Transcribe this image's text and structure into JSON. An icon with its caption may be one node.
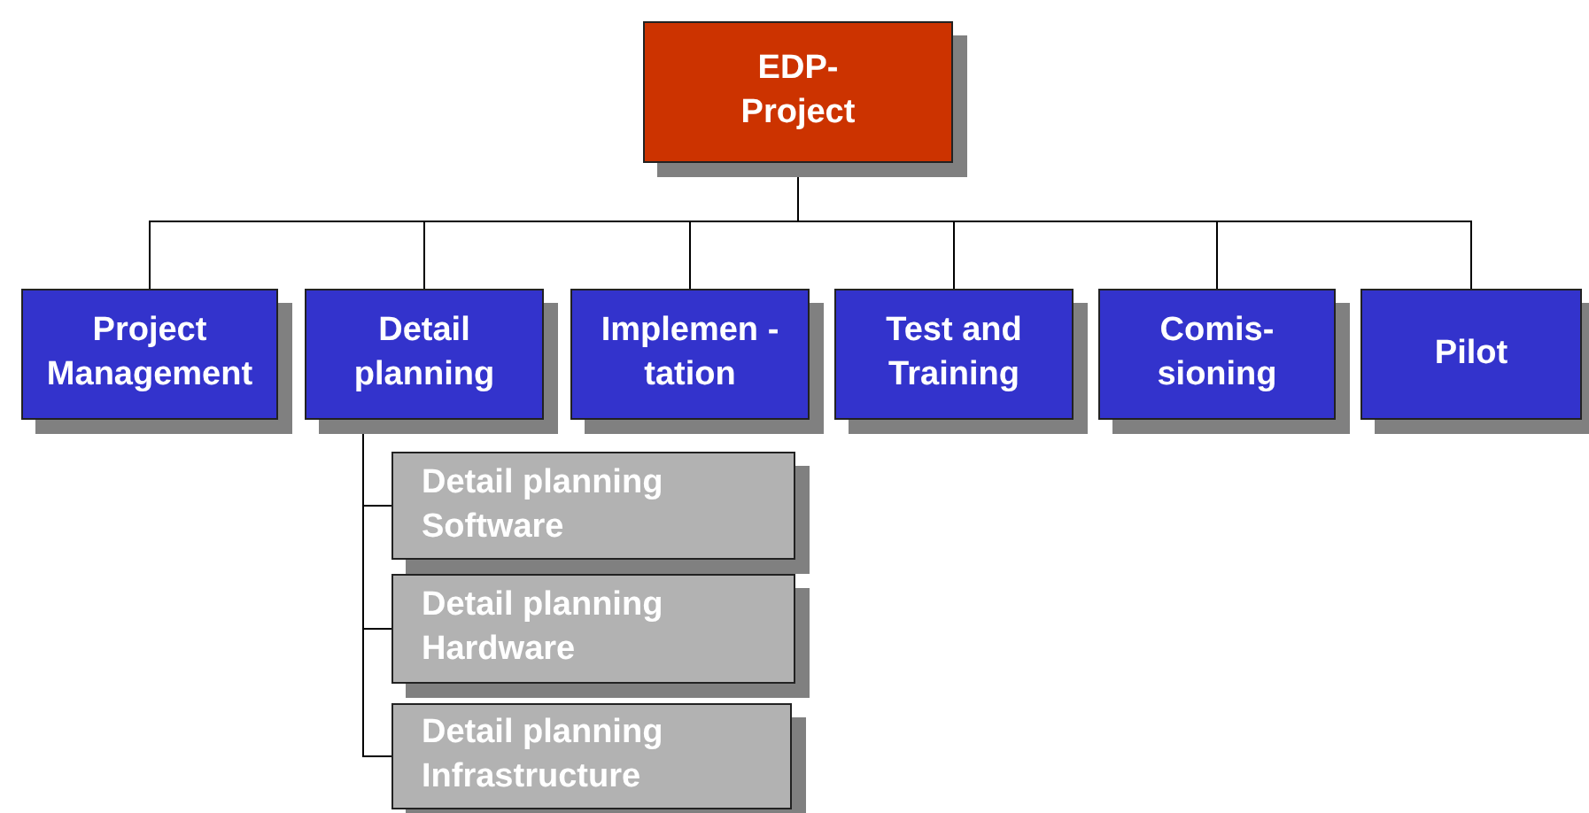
{
  "diagram": {
    "nodes": [
      {
        "text": [
          "EDP- Project"
        ]
      },
      {
        "text": [
          "Project Management"
        ]
      },
      {
        "text": [
          "Detail planning"
        ]
      },
      {
        "text": [
          "Implemen - tation"
        ]
      },
      {
        "text": [
          "Test and Training"
        ]
      },
      {
        "text": [
          "Comis- sioning"
        ]
      },
      {
        "text": [
          "Pilot"
        ]
      },
      {
        "text": [
          "Detail planning Software"
        ]
      },
      {
        "text": [
          "Detail planning Hardware"
        ]
      },
      {
        "text": [
          "Detail planning Infrastructure"
        ]
      }
    ],
    "edges": [
      {
        "from": 0,
        "to": 1,
        "arrow": "none"
      },
      {
        "from": 0,
        "to": 2,
        "arrow": "none"
      },
      {
        "from": 0,
        "to": 3,
        "arrow": "none"
      },
      {
        "from": 0,
        "to": 4,
        "arrow": "none"
      },
      {
        "from": 0,
        "to": 5,
        "arrow": "none"
      },
      {
        "from": 0,
        "to": 6,
        "arrow": "none"
      },
      {
        "from": 2,
        "to": 7,
        "arrow": "none"
      },
      {
        "from": 2,
        "to": 8,
        "arrow": "none"
      },
      {
        "from": 2,
        "to": 9,
        "arrow": "none"
      }
    ]
  }
}
